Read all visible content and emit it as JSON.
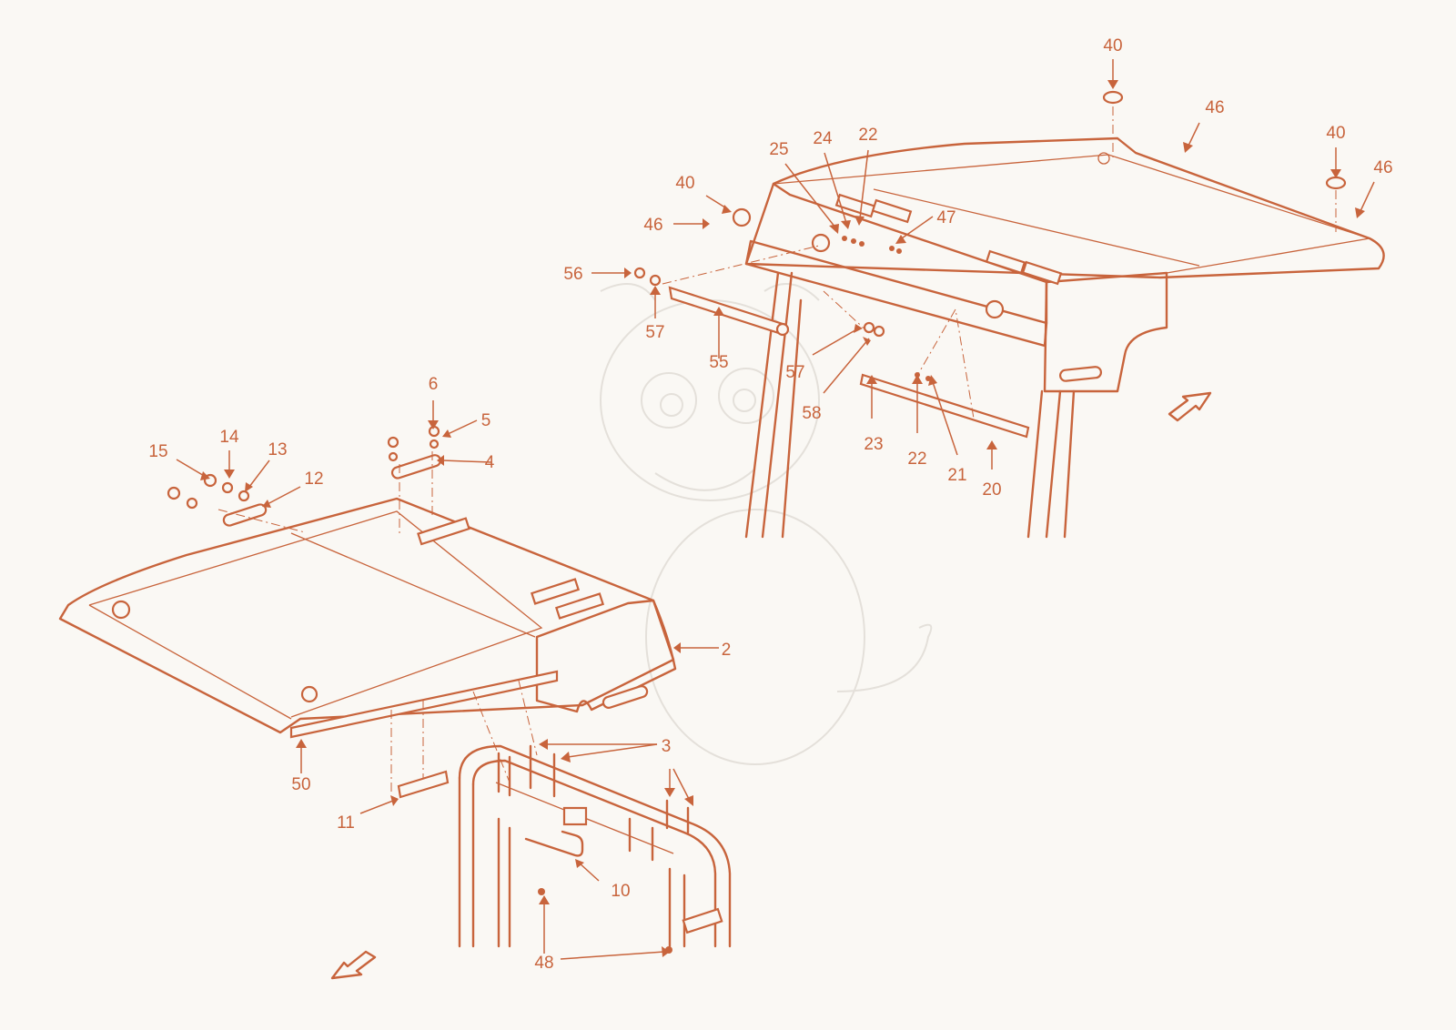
{
  "diagram": {
    "callouts": [
      {
        "id": "c40a",
        "label": "40"
      },
      {
        "id": "c46a",
        "label": "46"
      },
      {
        "id": "c40b",
        "label": "40"
      },
      {
        "id": "c46b",
        "label": "46"
      },
      {
        "id": "c25",
        "label": "25"
      },
      {
        "id": "c24",
        "label": "24"
      },
      {
        "id": "c22a",
        "label": "22"
      },
      {
        "id": "c40c",
        "label": "40"
      },
      {
        "id": "c47",
        "label": "47"
      },
      {
        "id": "c46c",
        "label": "46"
      },
      {
        "id": "c56",
        "label": "56"
      },
      {
        "id": "c57a",
        "label": "57"
      },
      {
        "id": "c55",
        "label": "55"
      },
      {
        "id": "c57b",
        "label": "57"
      },
      {
        "id": "c58",
        "label": "58"
      },
      {
        "id": "c23",
        "label": "23"
      },
      {
        "id": "c22b",
        "label": "22"
      },
      {
        "id": "c21",
        "label": "21"
      },
      {
        "id": "c20",
        "label": "20"
      },
      {
        "id": "c6",
        "label": "6"
      },
      {
        "id": "c5",
        "label": "5"
      },
      {
        "id": "c4",
        "label": "4"
      },
      {
        "id": "c15",
        "label": "15"
      },
      {
        "id": "c14",
        "label": "14"
      },
      {
        "id": "c13",
        "label": "13"
      },
      {
        "id": "c12",
        "label": "12"
      },
      {
        "id": "c2",
        "label": "2"
      },
      {
        "id": "c50",
        "label": "50"
      },
      {
        "id": "c3",
        "label": "3"
      },
      {
        "id": "c11",
        "label": "11"
      },
      {
        "id": "c10",
        "label": "10"
      },
      {
        "id": "c48",
        "label": "48"
      }
    ],
    "colors": {
      "line": "#c8643c",
      "background": "#faf8f4",
      "watermark": "#e4e0da"
    },
    "icons": [
      "direction-arrow-icon",
      "mascot-watermark"
    ]
  }
}
